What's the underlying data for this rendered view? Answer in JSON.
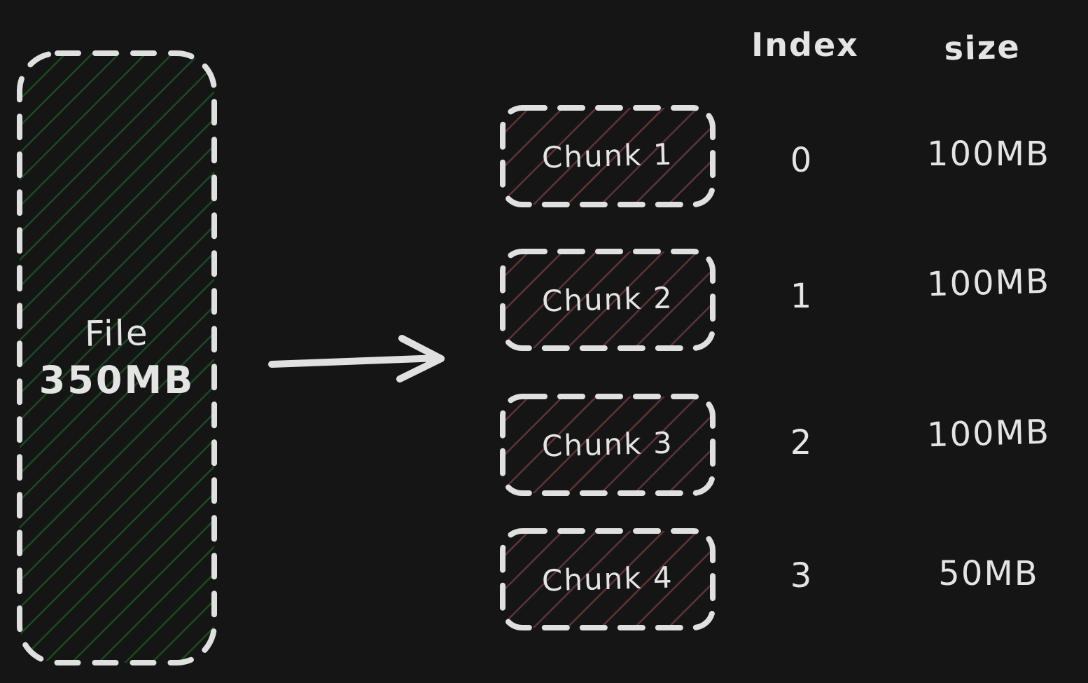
{
  "colors": {
    "bg": "#151515",
    "stroke": "#e0e0e0",
    "text": "#e4e4e4",
    "green_hatch": "#1b4a20",
    "red_hatch": "#5f3338"
  },
  "file": {
    "label_line1": "File",
    "label_line2": "350MB"
  },
  "table": {
    "headers": {
      "index": "Index",
      "size": "size"
    },
    "rows": [
      {
        "chunk": "Chunk 1",
        "index": "0",
        "size": "100MB"
      },
      {
        "chunk": "Chunk 2",
        "index": "1",
        "size": "100MB"
      },
      {
        "chunk": "Chunk 3",
        "index": "2",
        "size": "100MB"
      },
      {
        "chunk": "Chunk 4",
        "index": "3",
        "size": "50MB"
      }
    ]
  }
}
